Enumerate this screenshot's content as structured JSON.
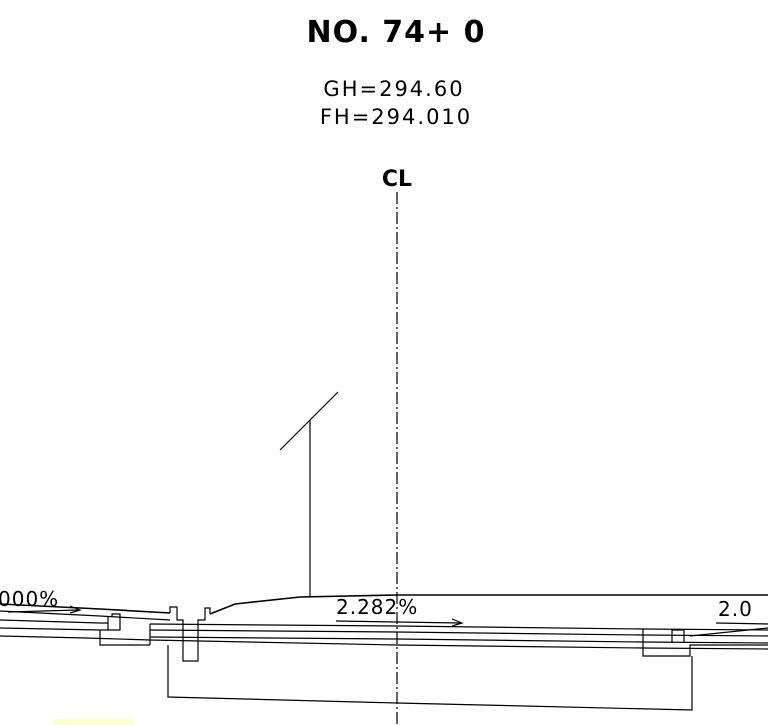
{
  "section": {
    "station": "NO. 74+  0",
    "ground_height": "GH=294.60",
    "formation_height": "FH=294.010",
    "centerline_label": "CL"
  },
  "slopes": {
    "left": "000%",
    "center": "2.282%",
    "right": "2.0"
  },
  "colors": {
    "line": "#000000",
    "background": "#ffffff",
    "marker": "#ffffcc"
  }
}
